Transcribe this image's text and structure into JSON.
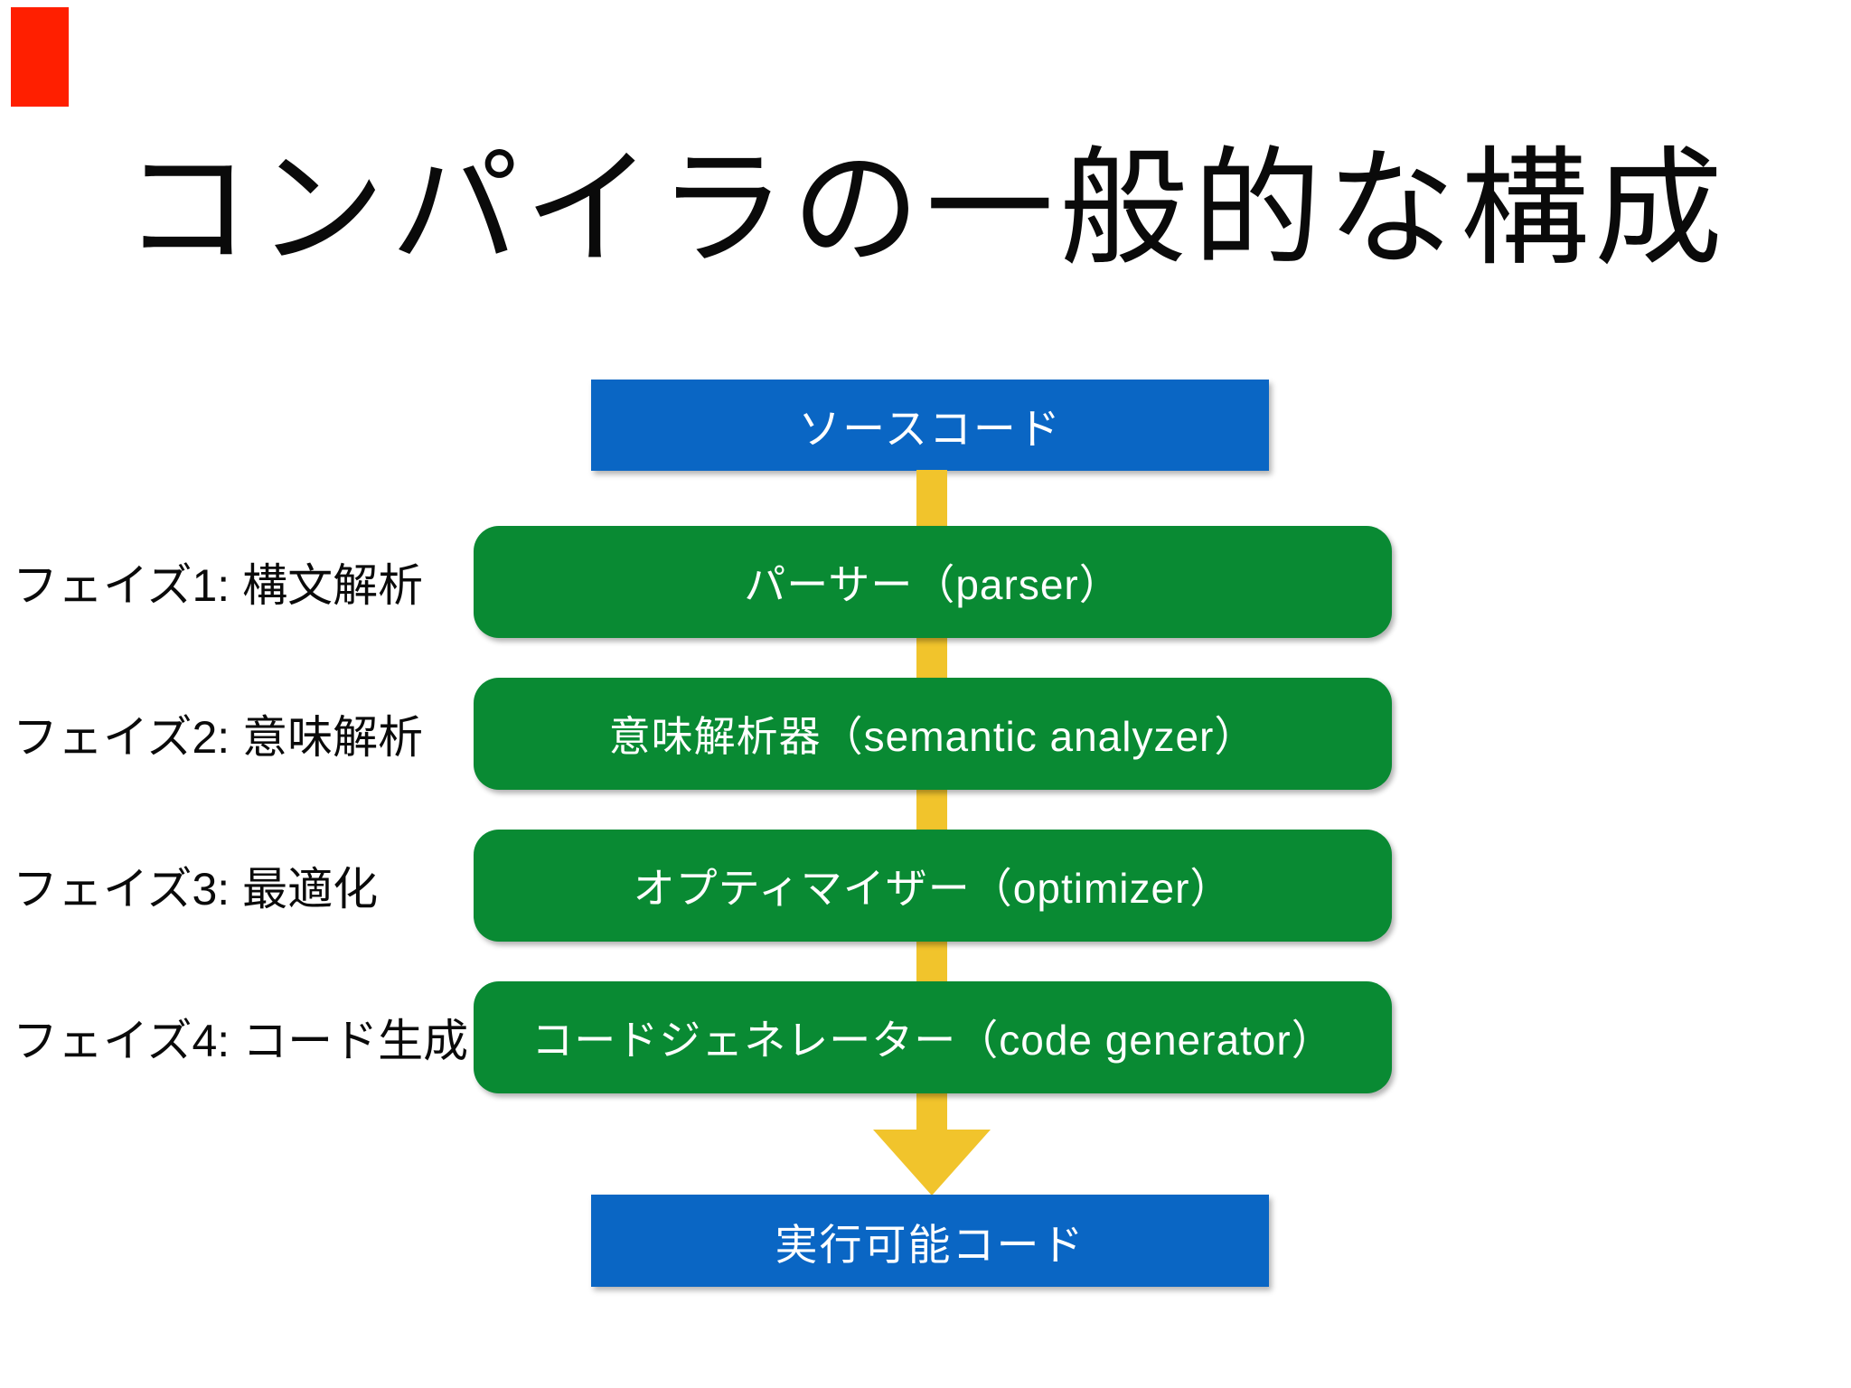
{
  "slide": {
    "title": "コンパイラの一般的な構成"
  },
  "flow": {
    "source_box": "ソースコード",
    "result_box": "実行可能コード",
    "stages": [
      {
        "label": "フェイズ1: 構文解析",
        "box": "パーサー（parser）"
      },
      {
        "label": "フェイズ2: 意味解析",
        "box": "意味解析器（semantic analyzer）"
      },
      {
        "label": "フェイズ3: 最適化",
        "box": "オプティマイザー（optimizer）"
      },
      {
        "label": "フェイズ4: コード生成",
        "box": "コードジェネレーター（code generator）"
      }
    ],
    "direction": "top-to-bottom"
  },
  "colors": {
    "box_blue": "#0a66c4",
    "box_green": "#098a33",
    "arrow_yellow": "#f1c42c",
    "marker_red": "#ff1f00",
    "text_on_box": "#ffffff",
    "text_default": "#0a0a0a",
    "background": "#ffffff"
  }
}
